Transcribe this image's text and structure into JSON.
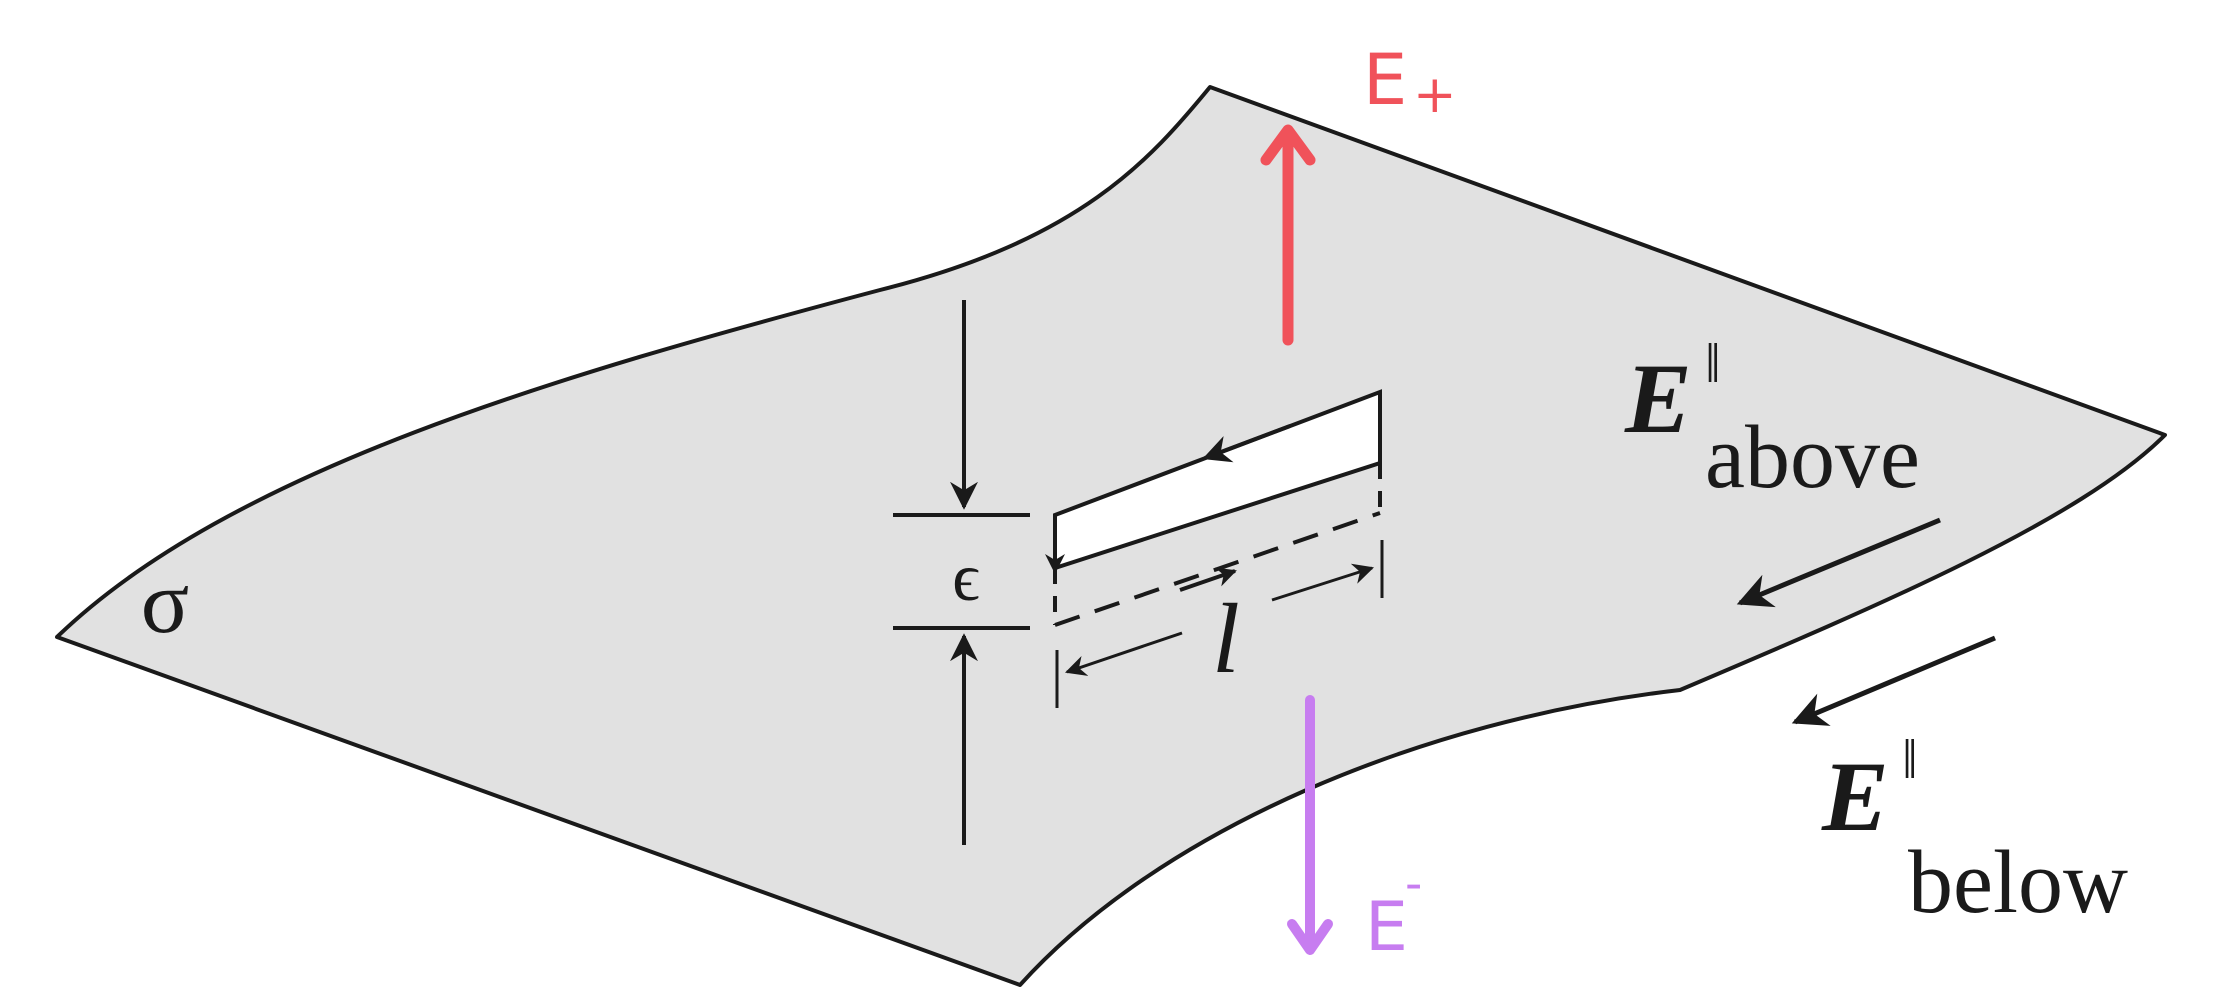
{
  "colors": {
    "sheet_fill": "#e1e1e1",
    "line": "#1a1a1a",
    "e_plus_arrow": "#f0525a",
    "e_minus_arrow": "#c77df0"
  },
  "labels": {
    "sigma": "σ",
    "epsilon": "ϵ",
    "length": "l",
    "e_above_main": "E",
    "e_above_sup": "‖",
    "e_above_sub": "above",
    "e_below_main": "E",
    "e_below_sup": "‖",
    "e_below_sub": "below",
    "e_plus_main": "E",
    "e_plus_sub": "+",
    "e_minus_main": "E",
    "e_minus_sup": "-"
  }
}
